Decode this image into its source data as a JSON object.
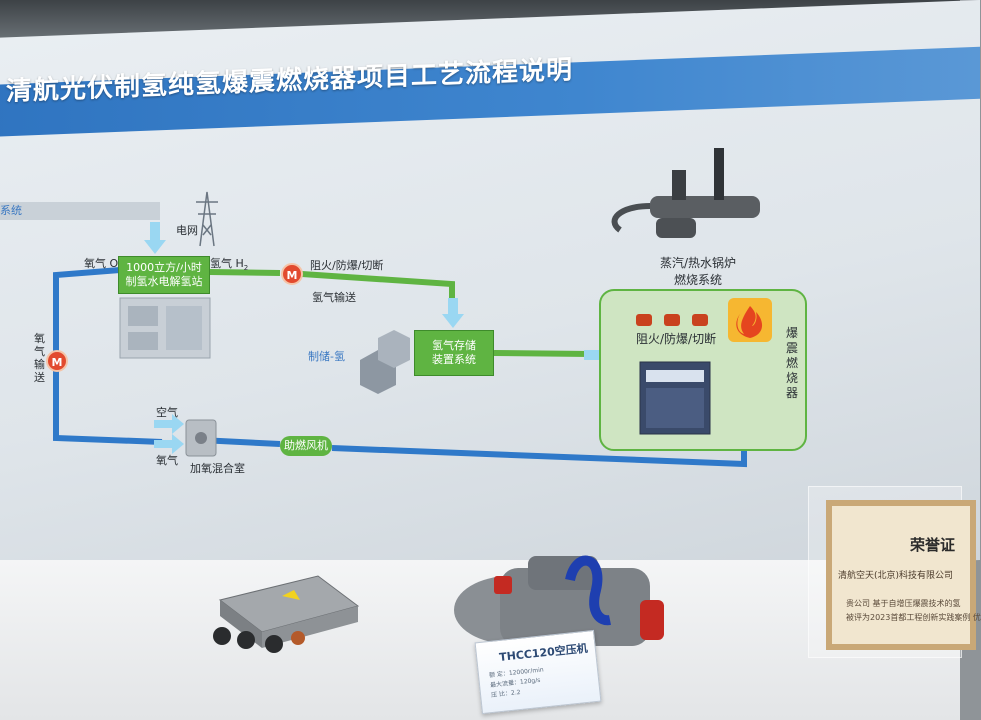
{
  "title": "清航光伏制氢纯氢爆震燃烧器项目工艺流程说明",
  "left_tag": "系统",
  "labels": {
    "grid": "电网",
    "oxygen": "氧气 O",
    "hydrogen": "氢气 H",
    "o_sub": "2",
    "h_sub": "2",
    "electrolysis_station": "1000立方/小时\n制氢水电解氢站",
    "valve_1": "阻火/防爆/切断",
    "h2_transport": "氢气输送",
    "storage_label": "制储-氢",
    "storage_box": "氢气存储\n装置系统",
    "boiler_system": "蒸汽/热水锅炉\n燃烧系统",
    "valve_2": "阻火/防爆/切断",
    "burner": "爆震燃烧器",
    "oxygen_transport": "氧气输送",
    "air": "空气",
    "oxygen_short": "氧气",
    "mixing_chamber": "加氧混合室",
    "blower": "助燃风机",
    "motor": "M"
  },
  "product_placard": {
    "title": "THCC120空压机",
    "lines": [
      "额    定：12000r/min",
      "最大流量：120g/s",
      "压    比：2.2"
    ]
  },
  "certificate": {
    "title": "荣誉证",
    "company": "清航空天(北京)科技有限公司",
    "lines": [
      "贵公司  基于自增压爆震技术的氢",
      "被评为2023首都工程创新实践案例 优"
    ]
  },
  "colors": {
    "pipe_blue": "#2f79c9",
    "pipe_green": "#5fb442",
    "title_band": "#3a80cc",
    "motor_red": "#e24a2e",
    "flame_orange": "#f39a1f"
  }
}
